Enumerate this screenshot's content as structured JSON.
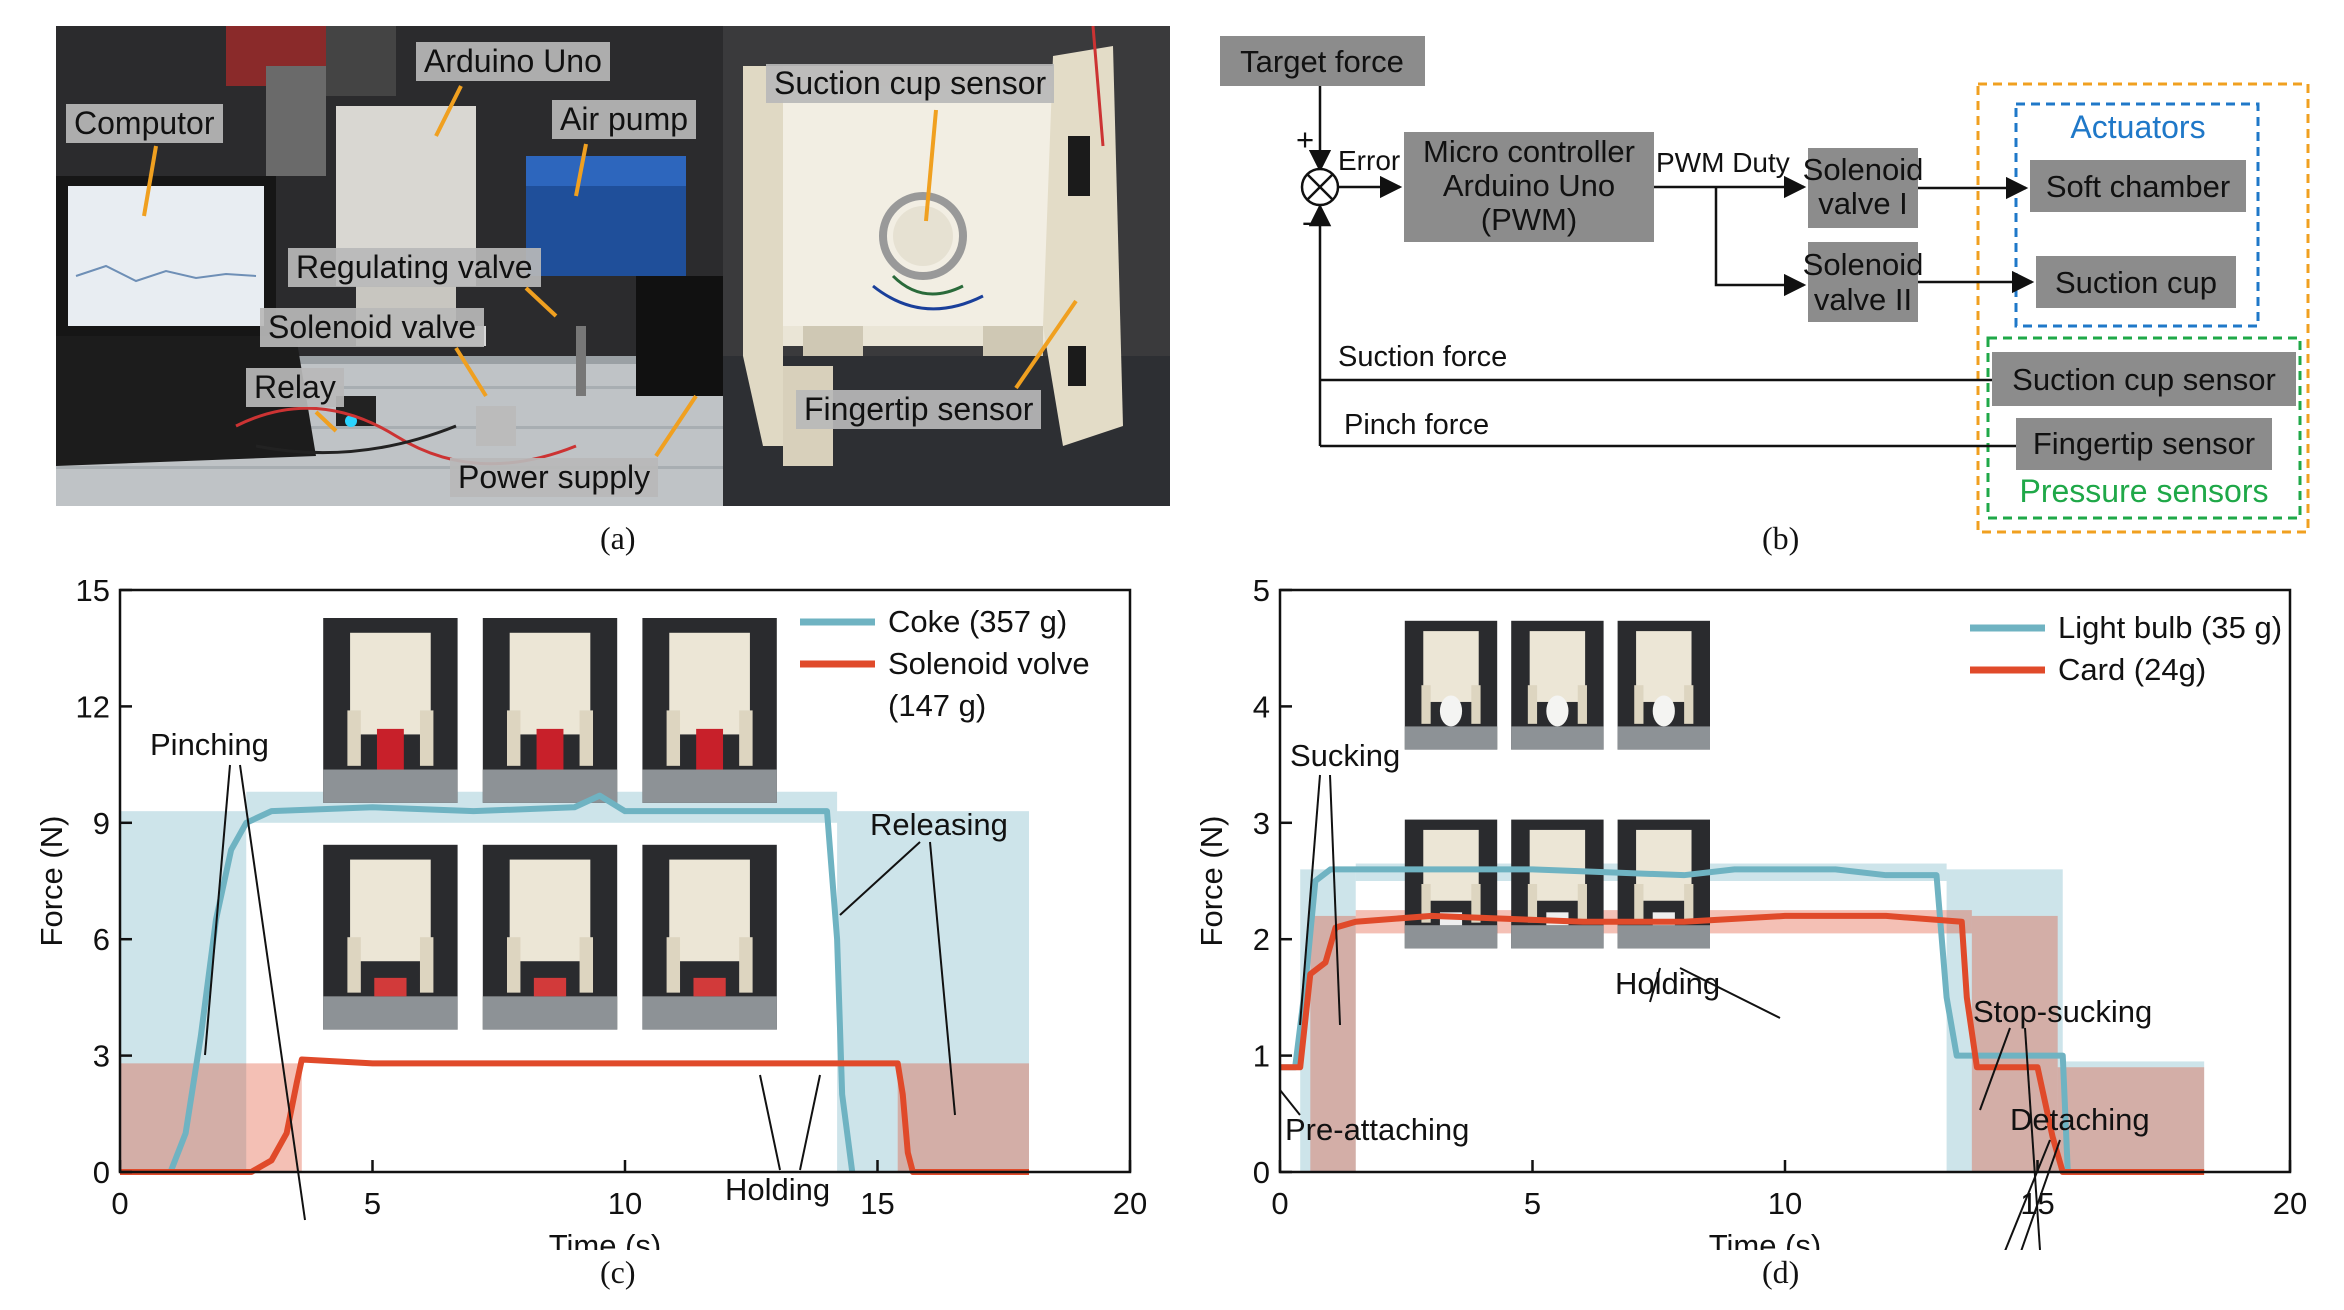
{
  "panel_a": {
    "caption": "(a)",
    "labels": {
      "computer": "Computor",
      "arduino": "Arduino Uno",
      "air_pump": "Air pump",
      "regulating_valve": "Regulating valve",
      "solenoid_valve": "Solenoid valve",
      "relay": "Relay",
      "power_supply": "Power supply",
      "suction_cup_sensor": "Suction cup sensor",
      "fingertip_sensor": "Fingertip sensor"
    }
  },
  "panel_b": {
    "caption": "(b)",
    "target_force": "Target force",
    "plus": "+",
    "minus": "-",
    "error": "Error",
    "controller": [
      "Micro controller",
      "Arduino Uno",
      "(PWM)"
    ],
    "pwm_duty": "PWM Duty",
    "valve1": [
      "Solenoid",
      "valve I"
    ],
    "valve2": [
      "Solenoid",
      "valve II"
    ],
    "actuators_title": "Actuators",
    "soft_chamber": "Soft chamber",
    "suction_cup": "Suction cup",
    "suction_force": "Suction force",
    "pinch_force": "Pinch force",
    "suction_cup_sensor": "Suction cup sensor",
    "fingertip_sensor": "Fingertip sensor",
    "pressure_sensors_title": "Pressure sensors",
    "colors": {
      "actuators": "#1f78c8",
      "pressure": "#1fa848",
      "outer": "#f0a020",
      "box": "#8c8c8c"
    }
  },
  "panel_c": {
    "caption": "(c)",
    "annotations": {
      "pinching": "Pinching",
      "releasing": "Releasing",
      "holding": "Holding"
    }
  },
  "panel_d": {
    "caption": "(d)",
    "annotations": {
      "sucking": "Sucking",
      "holding": "Holding",
      "stop_sucking": "Stop-sucking",
      "detaching": "Detaching",
      "pre_attaching": "Pre-attaching"
    }
  },
  "chart_data": [
    {
      "type": "line",
      "xlabel": "Time (s)",
      "ylabel": "Force (N)",
      "xlim": [
        0,
        20
      ],
      "ylim": [
        0,
        15
      ],
      "xticks": [
        0,
        5,
        10,
        15,
        20
      ],
      "yticks": [
        0,
        3,
        6,
        9,
        12,
        15
      ],
      "legend_position": "top-right",
      "series": [
        {
          "name": "Coke (357 g)",
          "color": "#6fb3c2",
          "x": [
            0,
            1.0,
            1.3,
            1.6,
            1.9,
            2.2,
            2.5,
            3.0,
            5,
            7,
            9,
            9.5,
            10,
            12,
            14,
            14.2,
            14.3,
            14.5
          ],
          "y": [
            0,
            0,
            1.0,
            3.5,
            6.5,
            8.3,
            9.0,
            9.3,
            9.4,
            9.3,
            9.4,
            9.7,
            9.3,
            9.3,
            9.3,
            6.0,
            2.0,
            0
          ]
        },
        {
          "name": "Solenoid volve (147 g)",
          "color": "#e04a2a",
          "x": [
            0,
            2.6,
            3.0,
            3.3,
            3.5,
            3.6,
            5,
            8,
            10,
            13,
            15.4,
            15.5,
            15.6,
            15.7,
            18
          ],
          "y": [
            0,
            0,
            0.3,
            1.0,
            2.3,
            2.9,
            2.8,
            2.8,
            2.8,
            2.8,
            2.8,
            2.0,
            0.5,
            0,
            0
          ]
        }
      ],
      "shaded_regions": [
        {
          "series": "Coke (357 g)",
          "x": [
            0,
            2.5
          ],
          "y_top": 9.3
        },
        {
          "series": "Coke (357 g)",
          "x": [
            2.5,
            14.2
          ],
          "y_top": 9.8,
          "y_bottom": 9.0
        },
        {
          "series": "Coke (357 g)",
          "x": [
            14.2,
            18
          ],
          "y_top": 9.3
        },
        {
          "series": "Solenoid volve (147 g)",
          "x": [
            0,
            3.6
          ],
          "y_top": 2.8
        },
        {
          "series": "Solenoid volve (147 g)",
          "x": [
            15.4,
            18
          ],
          "y_top": 2.8
        }
      ]
    },
    {
      "type": "line",
      "xlabel": "Time (s)",
      "ylabel": "Force (N)",
      "xlim": [
        0,
        20
      ],
      "ylim": [
        0,
        5
      ],
      "xticks": [
        0,
        5,
        10,
        15,
        20
      ],
      "yticks": [
        0,
        1,
        2,
        3,
        4,
        5
      ],
      "legend_position": "top-right",
      "series": [
        {
          "name": "Light bulb (35 g)",
          "color": "#6fb3c2",
          "x": [
            0,
            0.3,
            0.5,
            0.7,
            1.0,
            2,
            5,
            8,
            9,
            11,
            12,
            13.0,
            13.2,
            13.4,
            15.5,
            15.6
          ],
          "y": [
            0.9,
            0.9,
            1.6,
            2.5,
            2.6,
            2.6,
            2.6,
            2.55,
            2.6,
            2.6,
            2.55,
            2.55,
            1.5,
            1.0,
            1.0,
            0
          ]
        },
        {
          "name": "Card (24g)",
          "color": "#e04a2a",
          "x": [
            0,
            0.4,
            0.6,
            0.9,
            1.1,
            1.5,
            3,
            6,
            8,
            10,
            12,
            13.5,
            13.6,
            13.8,
            15.0,
            15.3,
            15.5,
            18.3
          ],
          "y": [
            0.9,
            0.9,
            1.7,
            1.8,
            2.1,
            2.15,
            2.2,
            2.15,
            2.15,
            2.2,
            2.2,
            2.15,
            1.5,
            0.9,
            0.9,
            0.3,
            0,
            0
          ]
        }
      ],
      "shaded_regions": [
        {
          "series": "Light bulb (35 g)",
          "x": [
            0.4,
            1.5
          ],
          "y_top": 2.6
        },
        {
          "series": "Light bulb (35 g)",
          "x": [
            1.5,
            13.2
          ],
          "y_top": 2.65,
          "y_bottom": 2.5
        },
        {
          "series": "Light bulb (35 g)",
          "x": [
            13.2,
            15.5
          ],
          "y_top": 2.6
        },
        {
          "series": "Light bulb (35 g)",
          "x": [
            15.5,
            18.3
          ],
          "y_top": 0.95
        },
        {
          "series": "Card (24g)",
          "x": [
            0.6,
            1.5
          ],
          "y_top": 2.2
        },
        {
          "series": "Card (24g)",
          "x": [
            1.5,
            13.7
          ],
          "y_top": 2.25,
          "y_bottom": 2.05
        },
        {
          "series": "Card (24g)",
          "x": [
            13.7,
            15.4
          ],
          "y_top": 2.2
        },
        {
          "series": "Card (24g)",
          "x": [
            15.4,
            18.3
          ],
          "y_top": 0.9
        }
      ]
    }
  ]
}
